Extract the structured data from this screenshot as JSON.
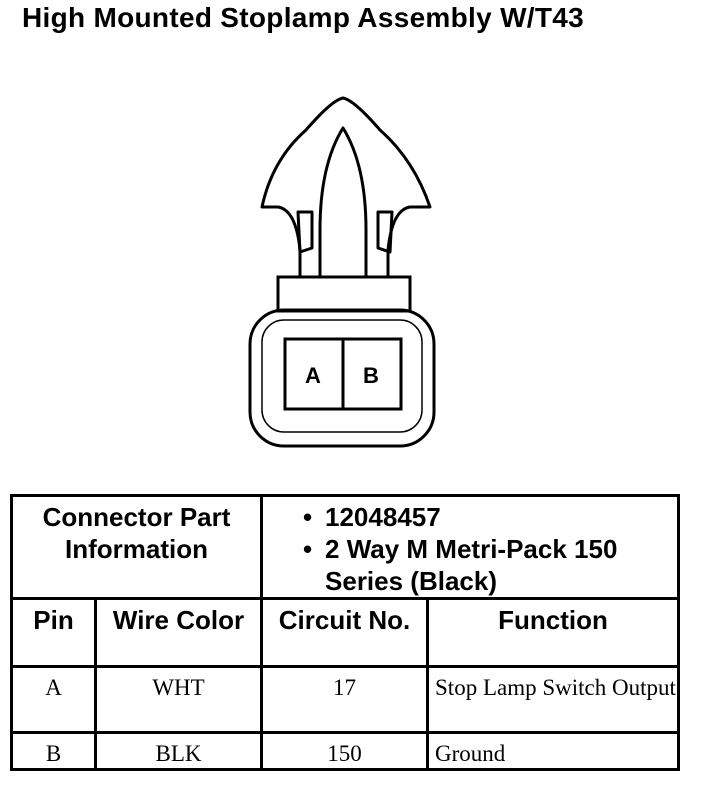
{
  "title": "High Mounted Stoplamp Assembly W/T43",
  "connector": {
    "pin_labels": [
      "A",
      "B"
    ]
  },
  "table": {
    "part_label": "Connector Part Information",
    "part_info": [
      "12048457",
      "2 Way M Metri-Pack 150 Series (Black)"
    ],
    "headers": {
      "pin": "Pin",
      "wire_color": "Wire Color",
      "circuit": "Circuit No.",
      "function": "Function"
    },
    "rows": [
      {
        "pin": "A",
        "wire_color": "WHT",
        "circuit": "17",
        "function": "Stop Lamp Switch Output"
      },
      {
        "pin": "B",
        "wire_color": "BLK",
        "circuit": "150",
        "function": "Ground"
      }
    ]
  }
}
